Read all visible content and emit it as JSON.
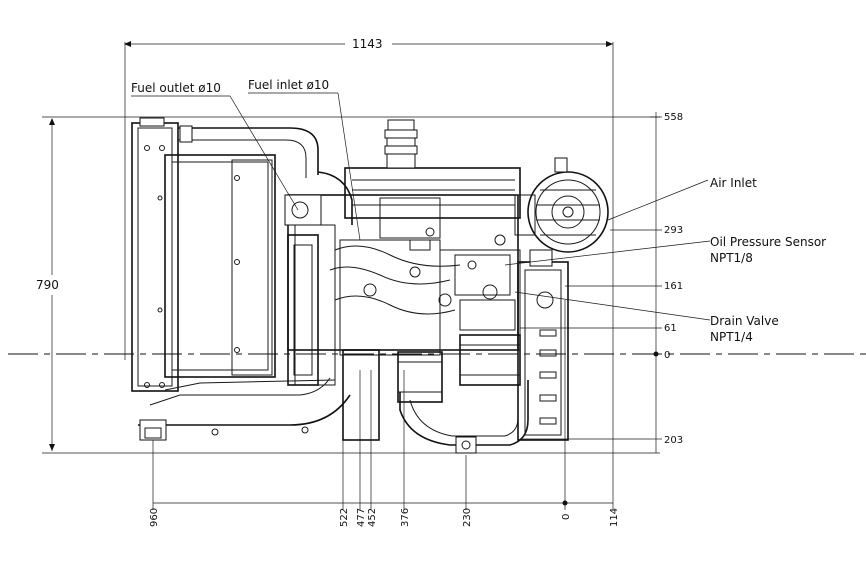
{
  "dimensions": {
    "overall_width": "1143",
    "overall_height": "790",
    "right_ticks": [
      "558",
      "293",
      "161",
      "61",
      "0",
      "203"
    ],
    "bottom_ticks": [
      "960",
      "522",
      "477",
      "452",
      "376",
      "230",
      "0",
      "114"
    ]
  },
  "labels": {
    "fuel_outlet": "Fuel outlet ø10",
    "fuel_inlet": "Fuel inlet ø10",
    "air_inlet": "Air Inlet",
    "oil_pressure_sensor": "Oil Pressure Sensor",
    "oil_pressure_thread": "NPT1/8",
    "drain_valve": "Drain Valve",
    "drain_valve_thread": "NPT1/4"
  }
}
